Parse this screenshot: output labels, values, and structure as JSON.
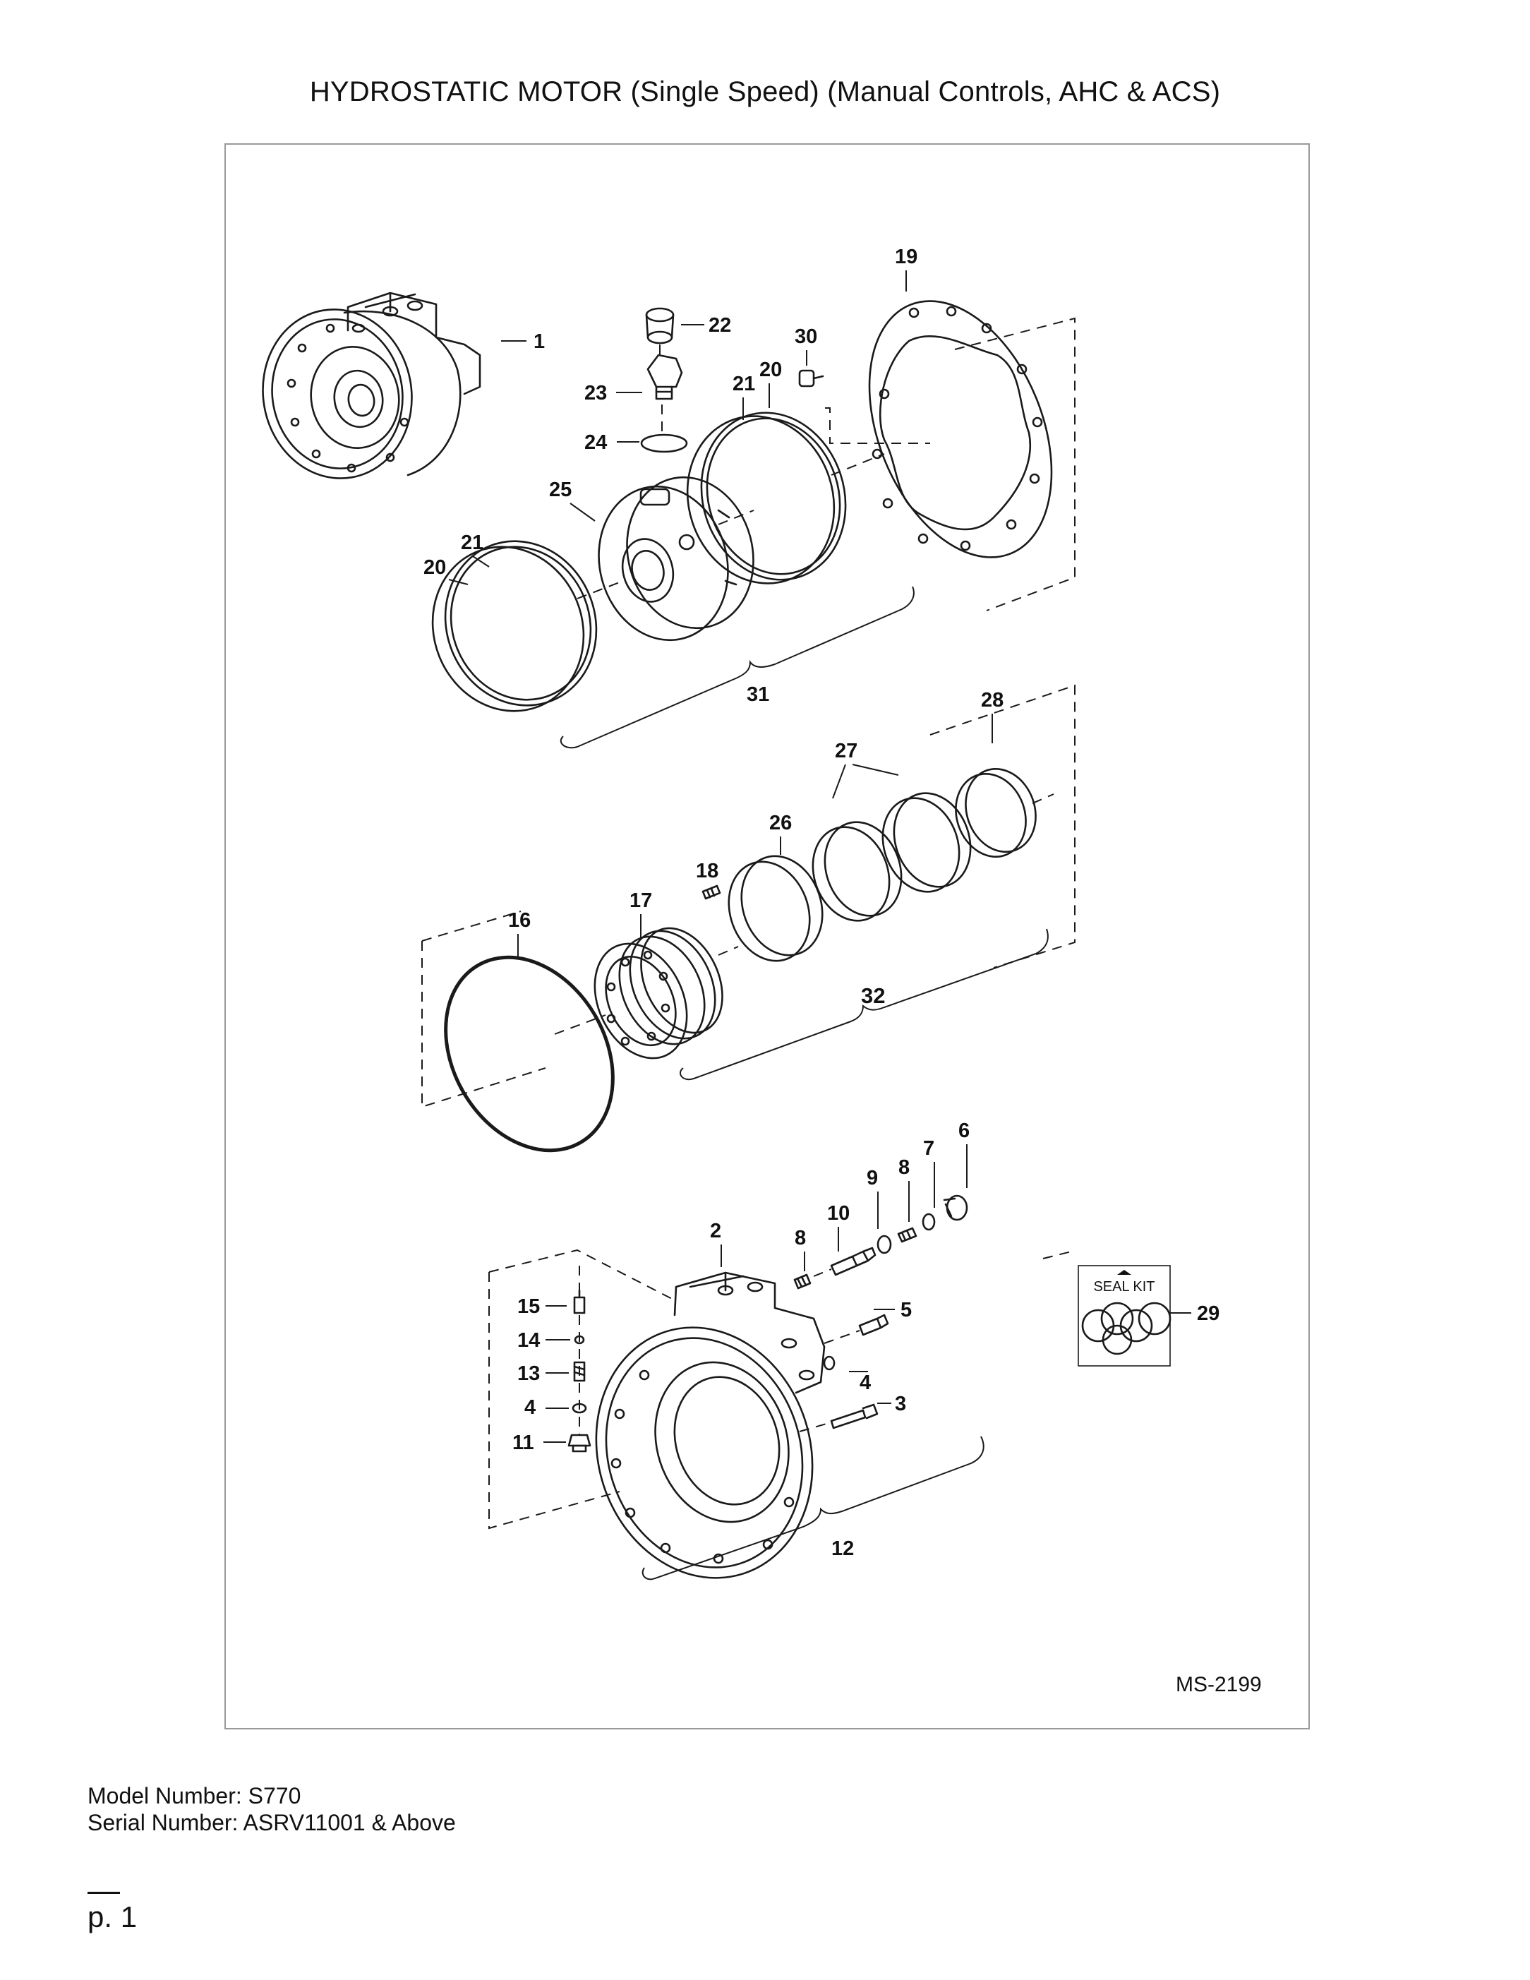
{
  "title": "HYDROSTATIC MOTOR (Single Speed) (Manual Controls, AHC & ACS)",
  "diagram": {
    "drawing_code": "MS-2199",
    "seal_kit_label": "SEAL KIT",
    "callouts": [
      "1",
      "22",
      "30",
      "19",
      "23",
      "21",
      "20",
      "24",
      "25",
      "21",
      "20",
      "31",
      "28",
      "27",
      "26",
      "18",
      "17",
      "16",
      "32",
      "6",
      "7",
      "8",
      "9",
      "10",
      "8",
      "2",
      "15",
      "14",
      "13",
      "4",
      "11",
      "5",
      "4",
      "3",
      "12",
      "29"
    ]
  },
  "footer": {
    "model_number": "Model Number: S770",
    "serial_number": "Serial Number: ASRV11001 & Above",
    "page": "p. 1"
  }
}
